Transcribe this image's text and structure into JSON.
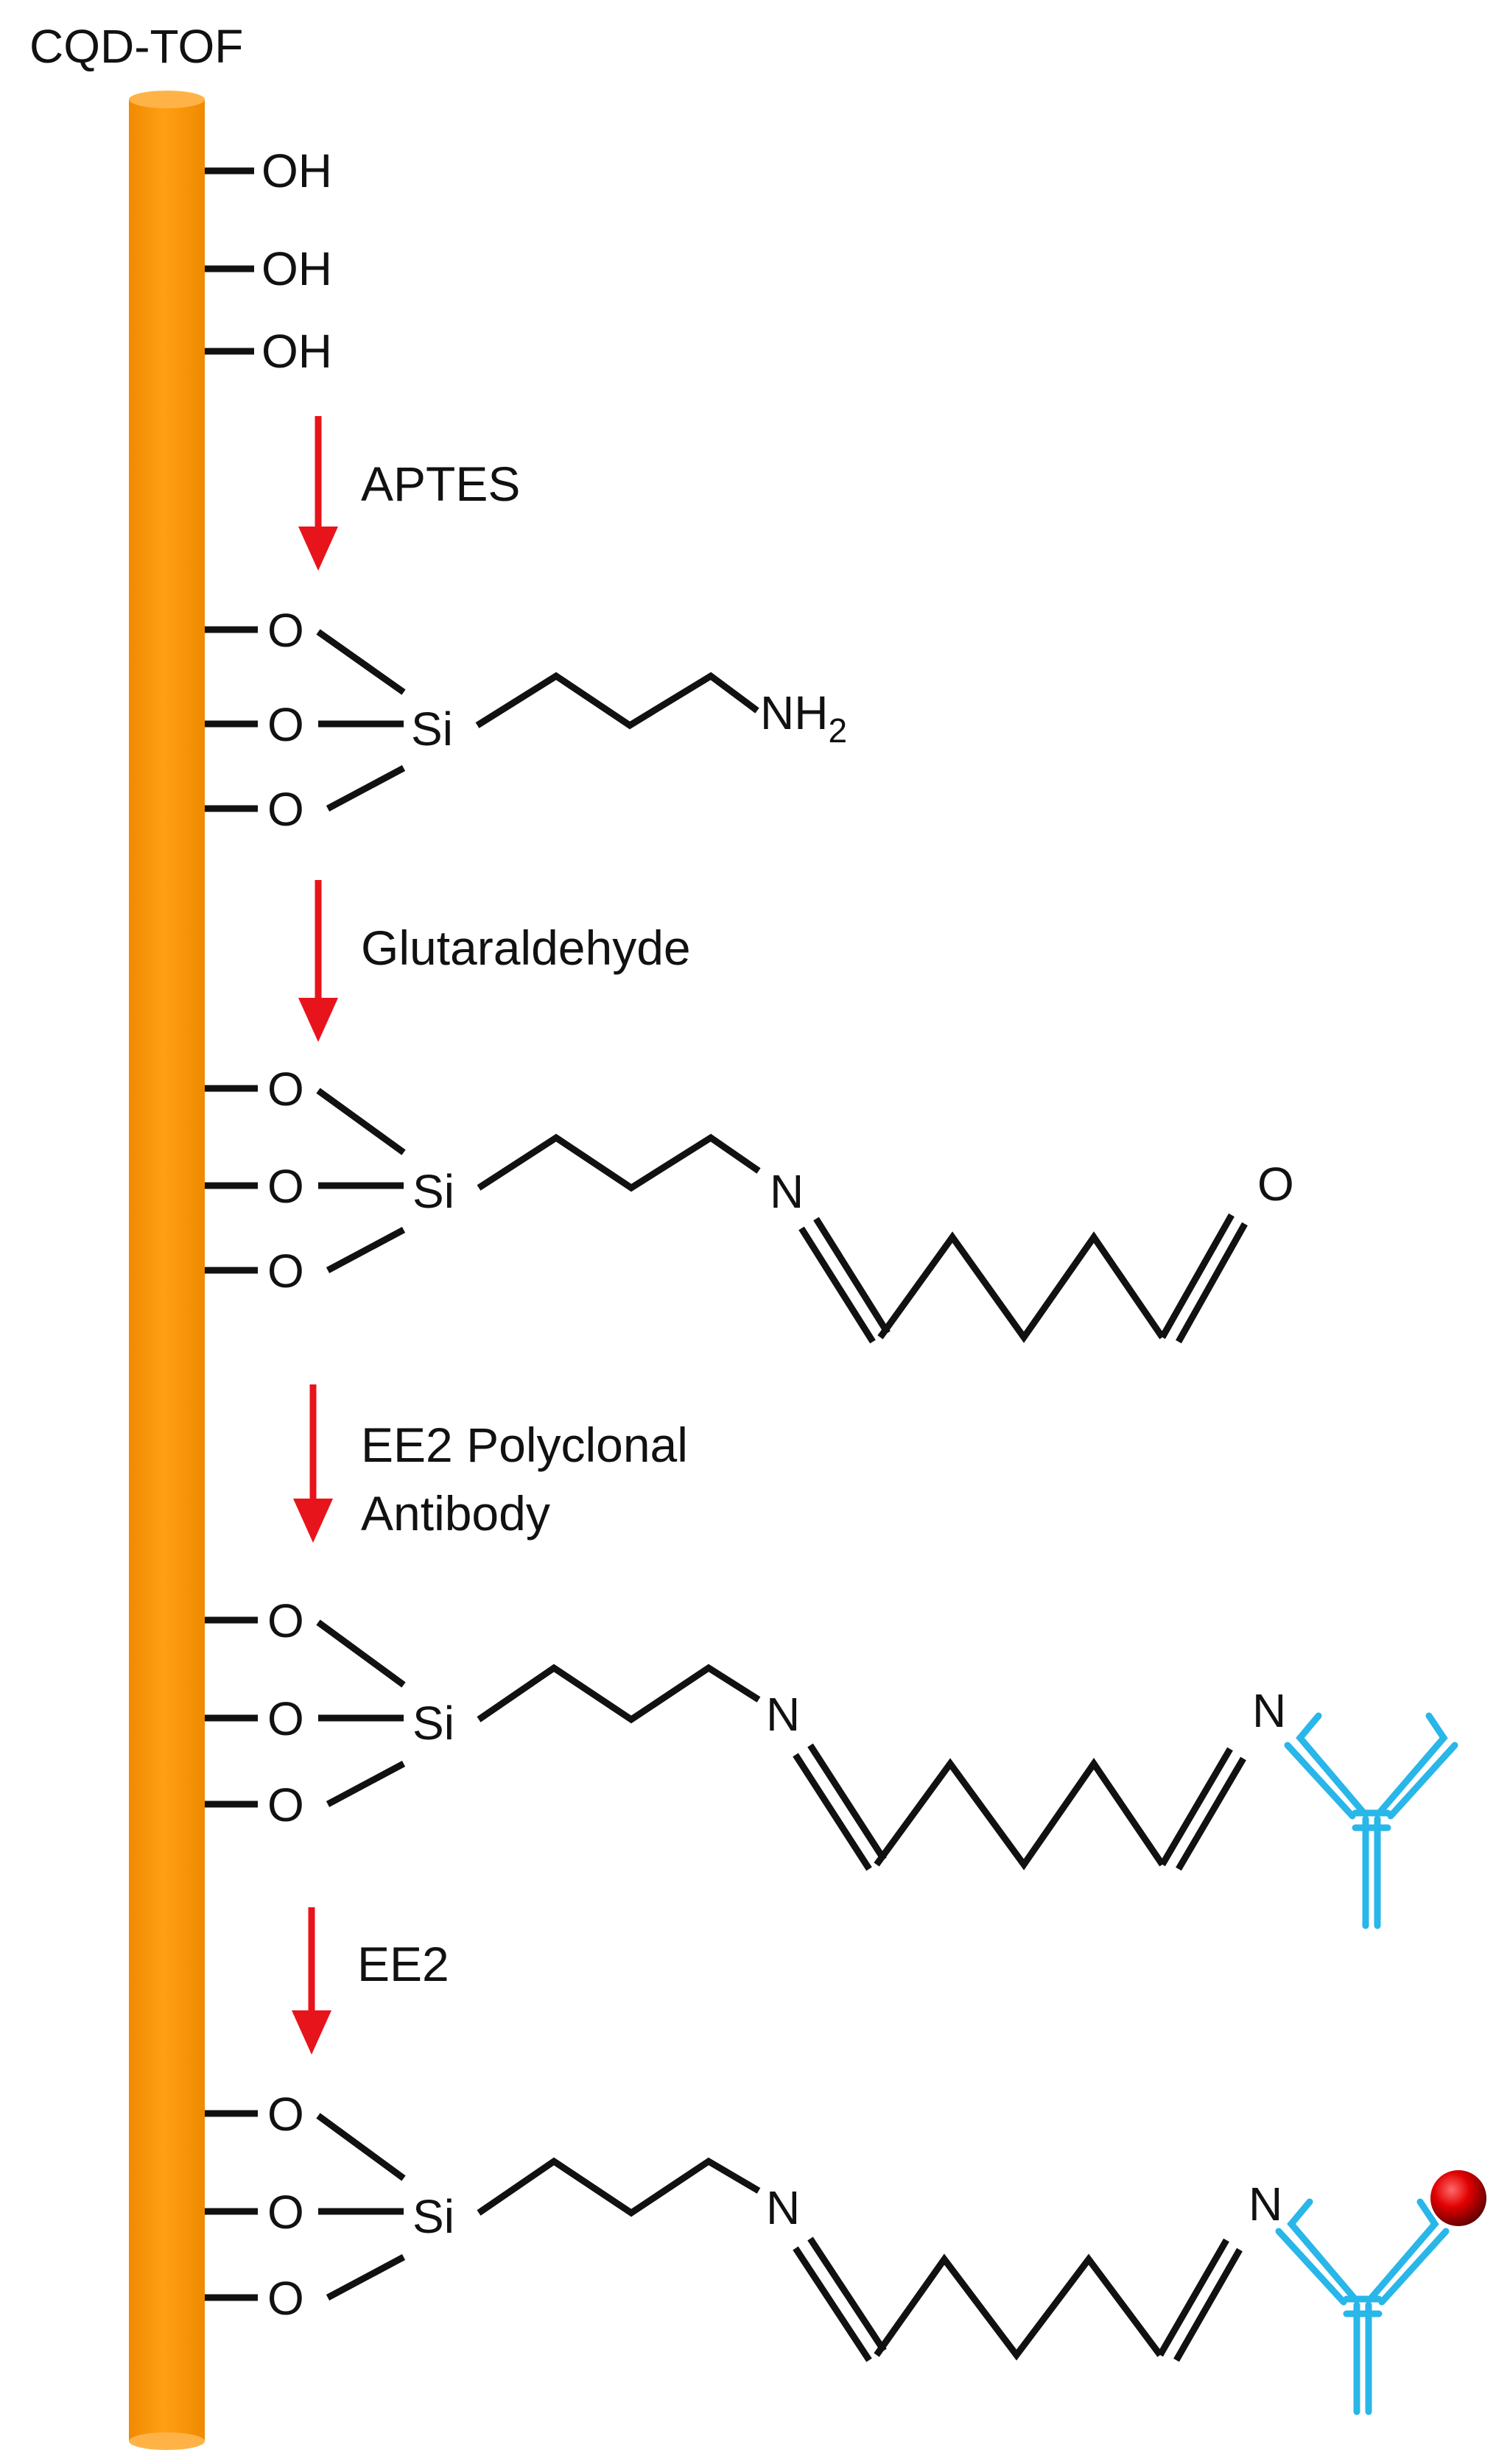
{
  "title": "CQD-TOF",
  "colors": {
    "fiber": "#ff9a0a",
    "arrow": "#e8141b",
    "antibody": "#29b6e8",
    "analyte": "#e00000",
    "bond": "#111111"
  },
  "hydroxyls": [
    "OH",
    "OH",
    "OH"
  ],
  "steps": [
    {
      "reagent_lines": [
        "APTES"
      ]
    },
    {
      "reagent_lines": [
        "Glutaraldehyde"
      ]
    },
    {
      "reagent_lines": [
        "EE2 Polyclonal",
        "Antibody"
      ]
    },
    {
      "reagent_lines": [
        "EE2"
      ]
    }
  ],
  "atoms": {
    "oxygen": "O",
    "silicon": "Si",
    "nitrogen": "N",
    "amine": "NH",
    "amine_subscript": "2",
    "carbonyl_oxygen": "O"
  },
  "icons": {
    "antibody": "antibody-icon",
    "analyte": "ee2-molecule-sphere-icon"
  }
}
